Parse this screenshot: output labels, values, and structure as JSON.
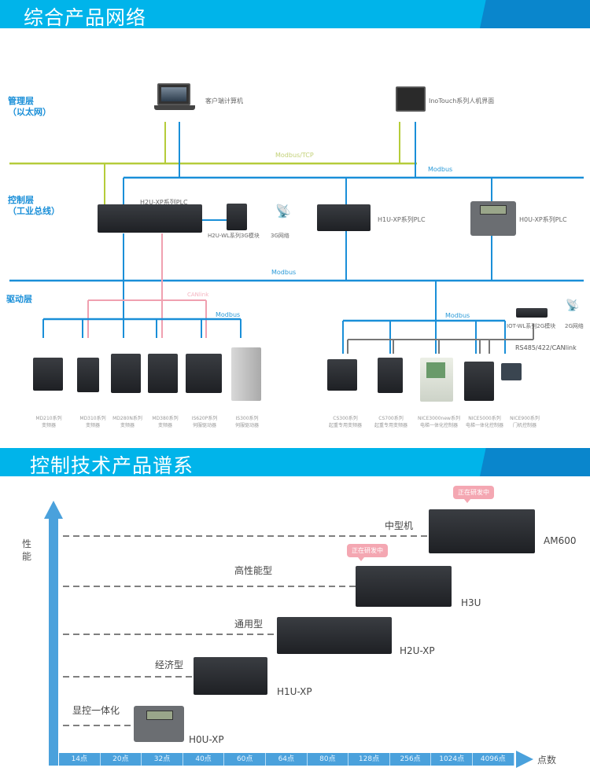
{
  "sections": {
    "network_title": "综合产品网络",
    "family_title": "控制技术产品谱系"
  },
  "network": {
    "layers": {
      "management": [
        "管理层",
        "（以太网）"
      ],
      "control": [
        "控制层",
        "（工业总线）"
      ],
      "drive": "驱动层"
    },
    "bus_labels": {
      "modbus_tcp": "Modbus/TCP",
      "modbus_top": "Modbus",
      "modbus_mid": "Modbus",
      "modbus_left": "Modbus",
      "modbus_right": "Modbus",
      "canlink": "CANlink",
      "rs485": "RS485/422/CANlink"
    },
    "management_devices": {
      "pc": "客户端计算机",
      "hmi": "InoTouch系列人机界面"
    },
    "control_devices": {
      "h2u_plc": "H2U-XP系列PLC",
      "wl_module": "H2U-WL系列3G模块",
      "net_3g": "3G网络",
      "h1u_plc": "H1U-XP系列PLC",
      "h0u_plc": "H0U-XP系列PLC"
    },
    "drive_devices_left": [
      [
        "MD210系列",
        "变频器"
      ],
      [
        "MD310系列",
        "变频器"
      ],
      [
        "MD280N系列",
        "变频器"
      ],
      [
        "MD380系列",
        "变频器"
      ],
      [
        "IS620P系列",
        "伺服驱动器"
      ],
      [
        "IS300系列",
        "伺服驱动器"
      ]
    ],
    "drive_devices_right": [
      [
        "CS300系列",
        "起重专用变频器"
      ],
      [
        "CS700系列",
        "起重专用变频器"
      ],
      [
        "NICE3000new系列",
        "电梯一体化控制器"
      ],
      [
        "NICE5000系列",
        "电梯一体化控制器"
      ],
      [
        "NICE900系列",
        "门机控制器"
      ]
    ],
    "iot_module": "IOT-WL系列2G模块",
    "net_2g": "2G网络"
  },
  "family": {
    "y_axis_label": [
      "性",
      "能"
    ],
    "x_axis_label": "点数",
    "x_ticks": [
      "14点",
      "20点",
      "32点",
      "40点",
      "60点",
      "64点",
      "80点",
      "128点",
      "256点",
      "1024点",
      "4096点"
    ],
    "tiers": [
      {
        "tier": "中型机",
        "model": "AM600",
        "badge": "正在研发中"
      },
      {
        "tier": "高性能型",
        "model": "H3U",
        "badge": "正在研发中"
      },
      {
        "tier": "通用型",
        "model": "H2U-XP"
      },
      {
        "tier": "经济型",
        "model": "H1U-XP"
      },
      {
        "tier": "显控一体化",
        "model": "H0U-XP"
      }
    ]
  },
  "colors": {
    "banner": "#00b4ea",
    "ethernet": "#b5cc3a",
    "modbus": "#1a8fd8",
    "canlink": "#f0a0b0",
    "rs485": "#777777"
  }
}
